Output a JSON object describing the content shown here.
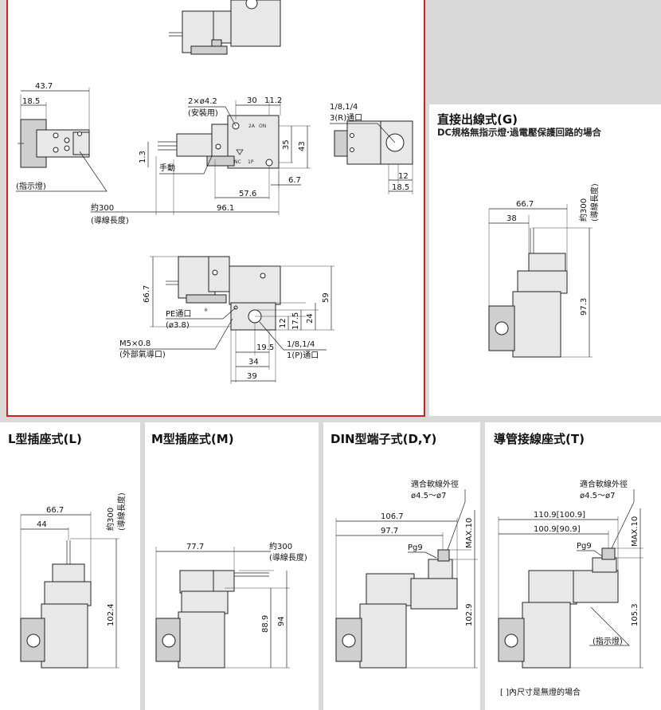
{
  "sections": {
    "base": {
      "border_color": "#d02020"
    },
    "g": {
      "title": "直接出線式(G)",
      "subtitle": "DC規格無指示燈‧過電壓保護回路的場合",
      "dims": [
        "66.7",
        "38",
        "約300",
        "(導線長度)",
        "97.3"
      ]
    },
    "l": {
      "title": "L型插座式(L)",
      "dims": [
        "66.7",
        "44",
        "約300",
        "(導線長度)",
        "102.4"
      ]
    },
    "m": {
      "title": "M型插座式(M)",
      "dims": [
        "77.7",
        "約300",
        "(導線長度)",
        "88.9",
        "94"
      ]
    },
    "din": {
      "title": "DIN型端子式(D,Y)",
      "dims": [
        "適合軟線外徑",
        "ø4.5～ø7",
        "106.7",
        "97.7",
        "Pg9",
        "MAX.10",
        "102.9"
      ]
    },
    "t": {
      "title": "導管接線座式(T)",
      "dims": [
        "適合軟線外徑",
        "ø4.5～ø7",
        "110.9[100.9]",
        "100.9[90.9]",
        "Pg9",
        "MAX.10",
        "105.3",
        "(指示燈)"
      ],
      "note": "[ ]內尺寸是無燈的場合"
    }
  },
  "main_labels": {
    "side": [
      "43.7",
      "18.5",
      "(指示燈)"
    ],
    "front": [
      "2×ø4.2",
      "(安裝用)",
      "30",
      "11.2",
      "35",
      "43",
      "1.3",
      "手動",
      "6.7",
      "57.6",
      "96.1",
      "約300",
      "(導線長度)"
    ],
    "port_view": [
      "1/8,1/4",
      "3(R)通口",
      "12",
      "18.5"
    ],
    "bottom": [
      "66.7",
      "PE通口",
      "※",
      "(ø3.8)",
      "59",
      "12",
      "17.5",
      "24",
      "M5×0.8",
      "(外部氣導口)",
      "19.5",
      "1/8,1/4",
      "1(P)通口",
      "34",
      "39"
    ],
    "body_marks": [
      "NC",
      "1P",
      "2A",
      "ON"
    ]
  }
}
